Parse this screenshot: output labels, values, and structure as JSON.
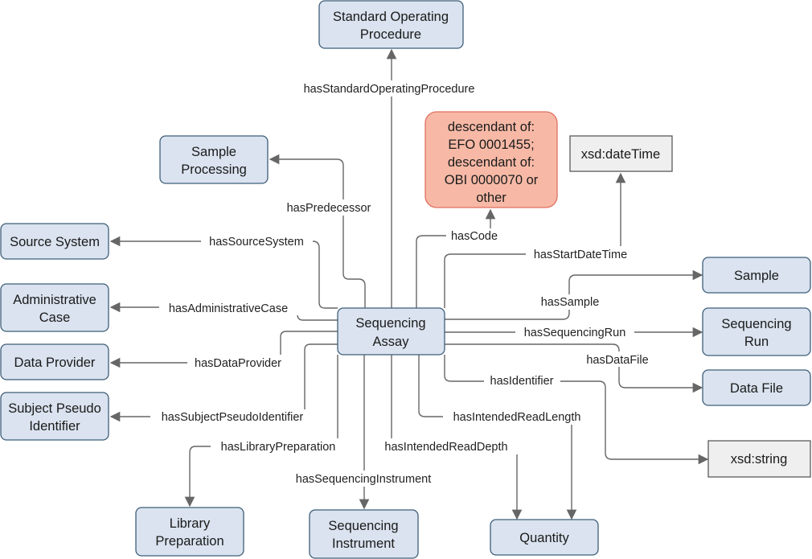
{
  "nodes": {
    "sop": [
      "Standard Operating",
      "Procedure"
    ],
    "sample_processing": [
      "Sample",
      "Processing"
    ],
    "descendant": [
      "descendant of:",
      "EFO 0001455;",
      "descendant of:",
      "OBI 0000070 or",
      "other"
    ],
    "datetime": [
      "xsd:dateTime"
    ],
    "source_system": [
      "Source System"
    ],
    "administrative_case": [
      "Administrative",
      "Case"
    ],
    "data_provider": [
      "Data Provider"
    ],
    "subject_pseudo": [
      "Subject Pseudo",
      "Identifier"
    ],
    "sequencing_assay": [
      "Sequencing",
      "Assay"
    ],
    "sample": [
      "Sample"
    ],
    "sequencing_run": [
      "Sequencing",
      "Run"
    ],
    "data_file": [
      "Data File"
    ],
    "string": [
      "xsd:string"
    ],
    "library_preparation": [
      "Library",
      "Preparation"
    ],
    "sequencing_instrument": [
      "Sequencing",
      "Instrument"
    ],
    "quantity": [
      "Quantity"
    ]
  },
  "edges": {
    "hasStandardOperatingProcedure": "hasStandardOperatingProcedure",
    "hasPredecessor": "hasPredecessor",
    "hasCode": "hasCode",
    "hasStartDateTime": "hasStartDateTime",
    "hasSourceSystem": "hasSourceSystem",
    "hasAdministrativeCase": "hasAdministrativeCase",
    "hasDataProvider": "hasDataProvider",
    "hasSubjectPseudoIdentifier": "hasSubjectPseudoIdentifier",
    "hasSample": "hasSample",
    "hasSequencingRun": "hasSequencingRun",
    "hasDataFile": "hasDataFile",
    "hasIdentifier": "hasIdentifier",
    "hasIntendedReadLength": "hasIntendedReadLength",
    "hasLibraryPreparation": "hasLibraryPreparation",
    "hasIntendedReadDepth": "hasIntendedReadDepth",
    "hasSequencingInstrument": "hasSequencingInstrument"
  },
  "colors": {
    "class_fill": "#dae3ef",
    "class_stroke": "#3f5f79",
    "literal_fill": "#efefef",
    "special_fill": "#f7b9a6",
    "edge": "#666666"
  }
}
